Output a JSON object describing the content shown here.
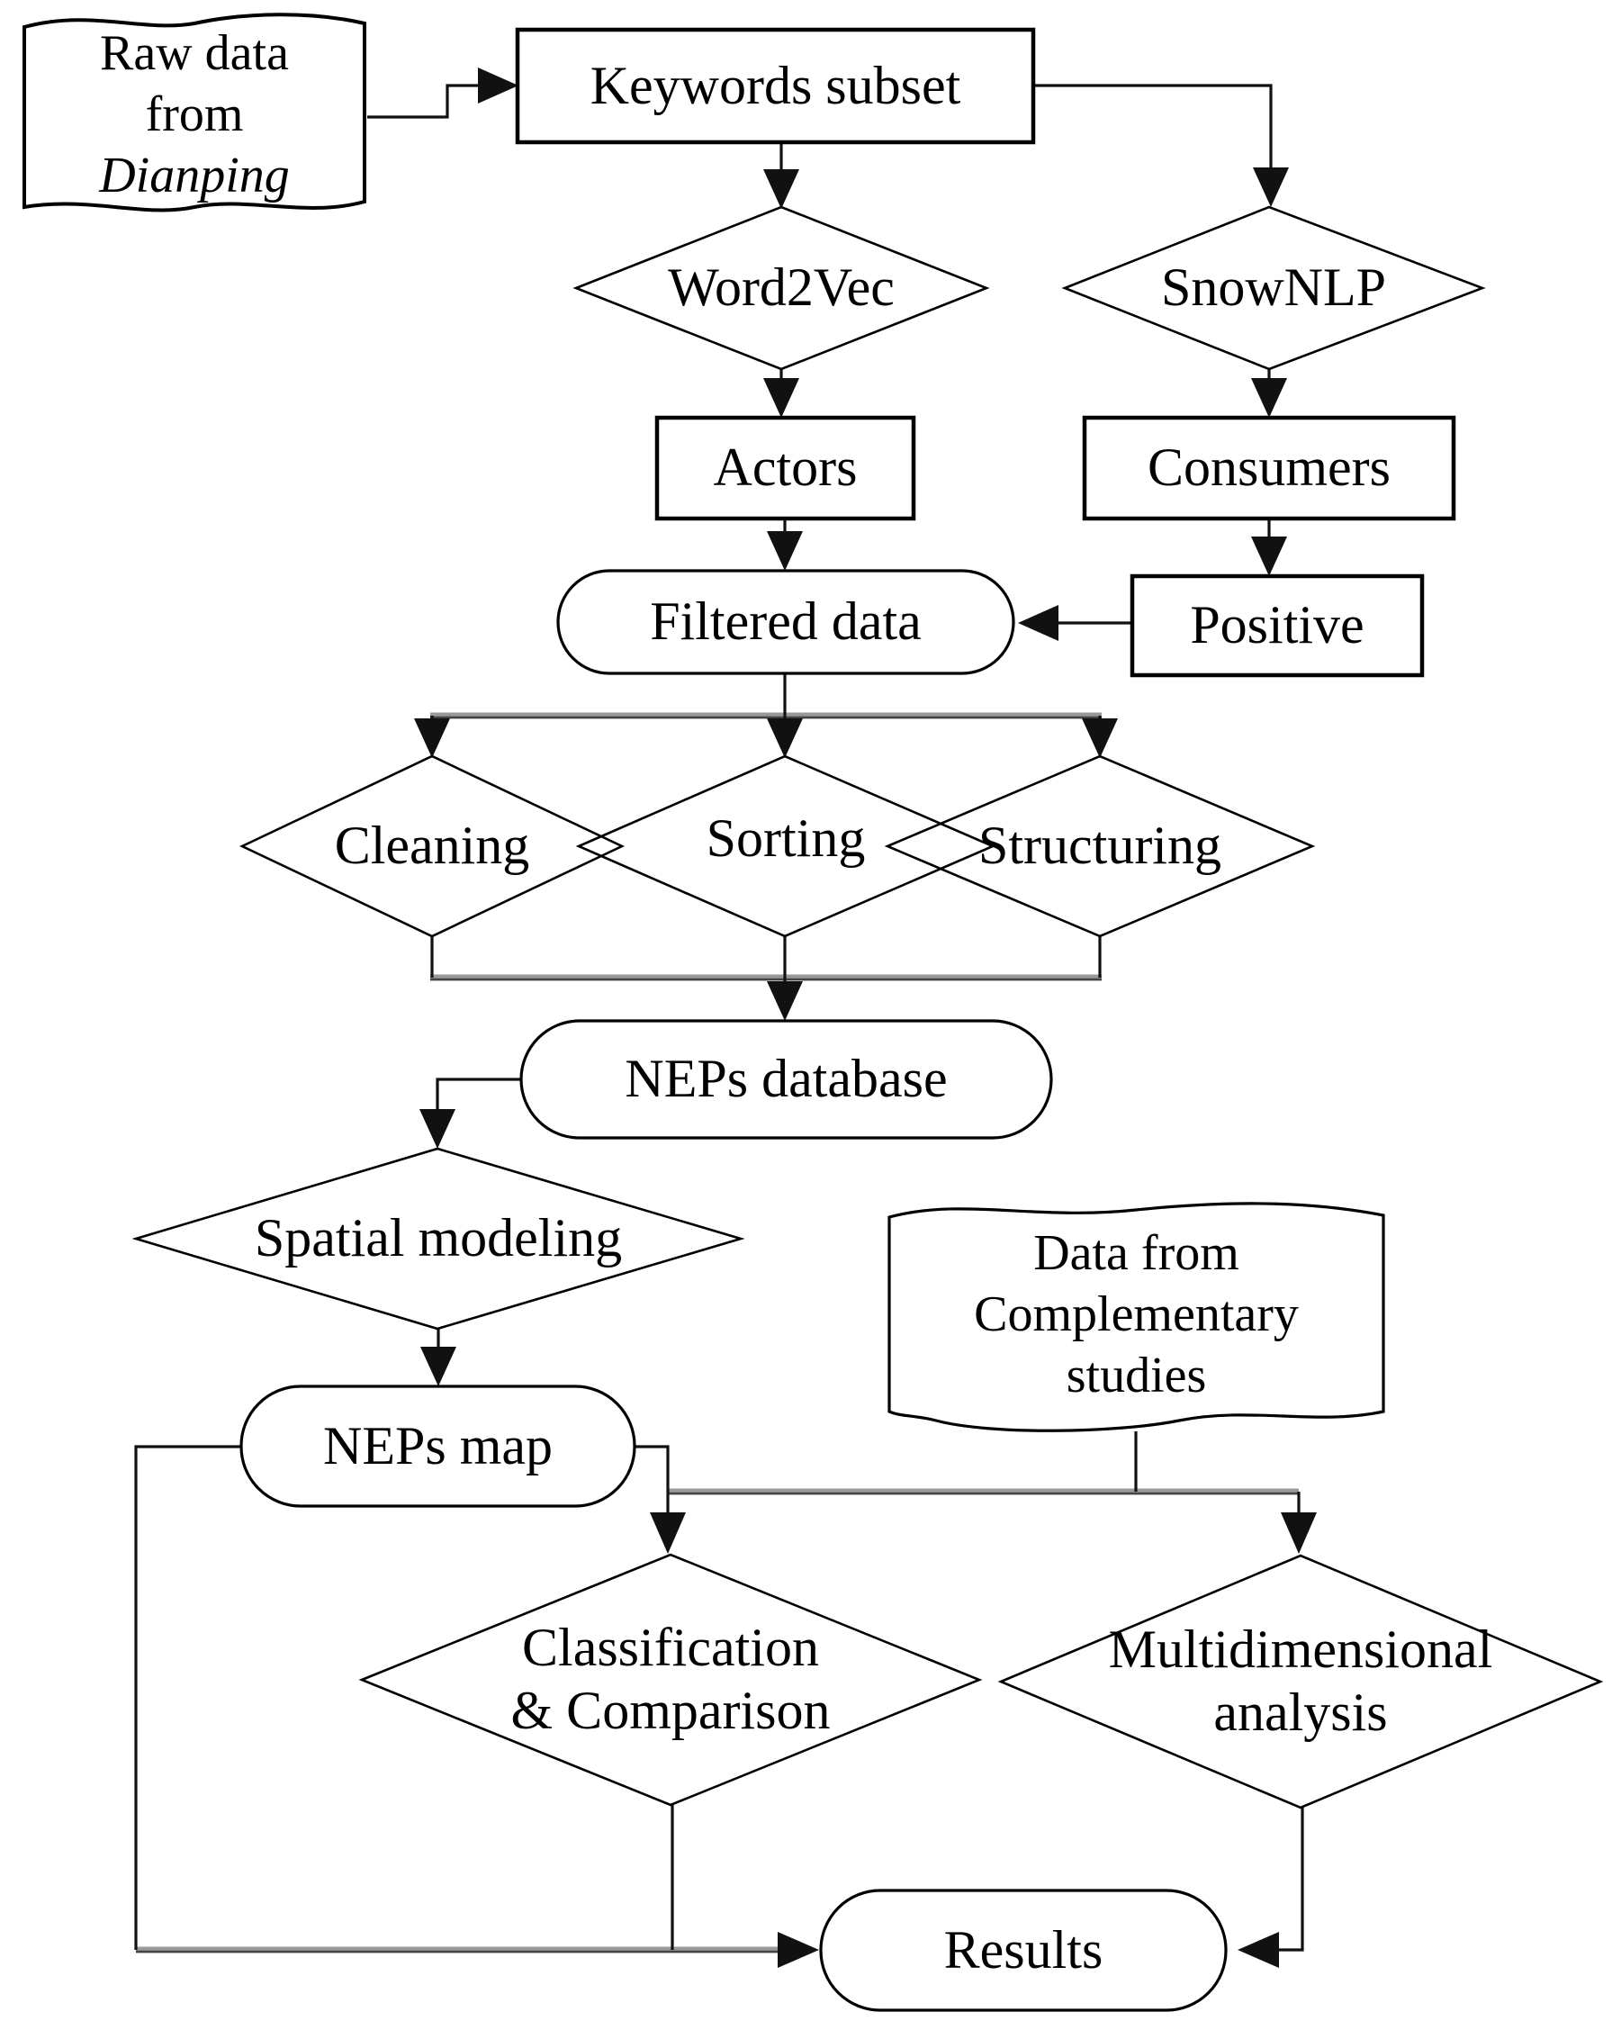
{
  "figure": {
    "type": "flowchart",
    "background": "#ffffff",
    "colors": {
      "line": "#111111",
      "shadow_bar": "#999999",
      "shadow_bar_core": "#444444",
      "shape_stroke": "#000000",
      "text": "#000000",
      "arrowhead_fill": "#111111"
    },
    "nodes": {
      "raw_data": {
        "shape": "flag",
        "line1": "Raw data",
        "line2": "from",
        "line3": "Dianping"
      },
      "keywords_subset": {
        "shape": "rectangle",
        "label": "Keywords subset"
      },
      "word2vec": {
        "shape": "diamond",
        "label": "Word2Vec"
      },
      "snownlp": {
        "shape": "diamond",
        "label": "SnowNLP"
      },
      "actors": {
        "shape": "rectangle",
        "label": "Actors"
      },
      "consumers": {
        "shape": "rectangle",
        "label": "Consumers"
      },
      "filtered_data": {
        "shape": "stadium",
        "label": "Filtered data"
      },
      "positive": {
        "shape": "rectangle",
        "label": "Positive"
      },
      "cleaning": {
        "shape": "diamond",
        "label": "Cleaning"
      },
      "sorting": {
        "shape": "diamond",
        "label": "Sorting"
      },
      "structuring": {
        "shape": "diamond",
        "label": "Structuring"
      },
      "neps_database": {
        "shape": "stadium",
        "label": "NEPs database"
      },
      "spatial_modeling": {
        "shape": "diamond",
        "label": "Spatial modeling"
      },
      "neps_map": {
        "shape": "stadium",
        "label": "NEPs map"
      },
      "complementary_data": {
        "shape": "flag",
        "line1": "Data from",
        "line2": "Complementary",
        "line3": "studies"
      },
      "classification_comparison": {
        "shape": "diamond",
        "line1": "Classification",
        "line2": "& Comparison"
      },
      "multidimensional_analysis": {
        "shape": "diamond",
        "line1": "Multidimensional",
        "line2": "analysis"
      },
      "results": {
        "shape": "stadium",
        "label": "Results"
      }
    },
    "edges": [
      {
        "from": "raw_data",
        "to": "keywords_subset"
      },
      {
        "from": "keywords_subset",
        "to": "word2vec"
      },
      {
        "from": "keywords_subset",
        "to": "snownlp"
      },
      {
        "from": "word2vec",
        "to": "actors"
      },
      {
        "from": "snownlp",
        "to": "consumers"
      },
      {
        "from": "actors",
        "to": "filtered_data"
      },
      {
        "from": "consumers",
        "to": "positive"
      },
      {
        "from": "positive",
        "to": "filtered_data"
      },
      {
        "from": "filtered_data",
        "to": "cleaning"
      },
      {
        "from": "filtered_data",
        "to": "sorting"
      },
      {
        "from": "filtered_data",
        "to": "structuring"
      },
      {
        "from": "cleaning",
        "to": "neps_database"
      },
      {
        "from": "sorting",
        "to": "neps_database"
      },
      {
        "from": "structuring",
        "to": "neps_database"
      },
      {
        "from": "neps_database",
        "to": "spatial_modeling"
      },
      {
        "from": "spatial_modeling",
        "to": "neps_map"
      },
      {
        "from": "neps_map",
        "to": "classification_comparison"
      },
      {
        "from": "complementary_data",
        "to": "classification_comparison"
      },
      {
        "from": "complementary_data",
        "to": "multidimensional_analysis"
      },
      {
        "from": "neps_map",
        "to": "results"
      },
      {
        "from": "classification_comparison",
        "to": "results"
      },
      {
        "from": "multidimensional_analysis",
        "to": "results"
      }
    ]
  }
}
